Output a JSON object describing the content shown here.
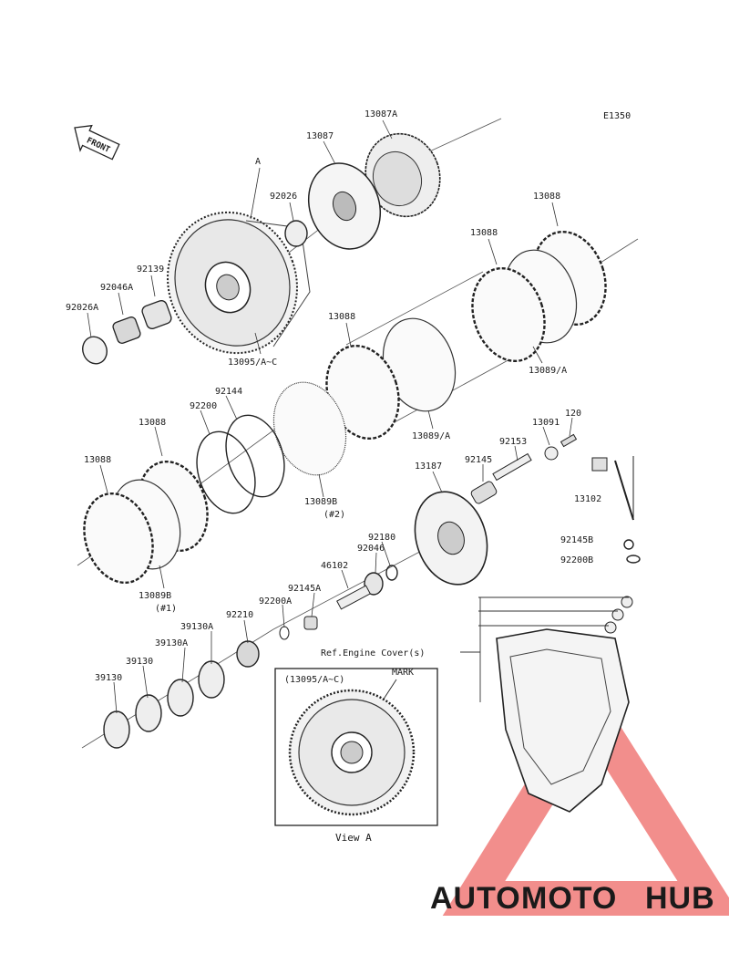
{
  "diagram": {
    "code": "E1350",
    "front_label": "FRONT",
    "view_label": "View A",
    "inset_title": "(13095/A~C)",
    "inset_mark": "MARK",
    "ref_label": "Ref.Engine Cover(s)",
    "parts": {
      "p13087A": "13087A",
      "p13087": "13087",
      "pA": "A",
      "p92026": "92026",
      "p13088_a": "13088",
      "p13088_b": "13088",
      "p92139": "92139",
      "p92046A": "92046A",
      "p92026A": "92026A",
      "p13095": "13095/A~C",
      "p13088_c": "13088",
      "p13089A_a": "13089/A",
      "p13089A_b": "13089/A",
      "p92144": "92144",
      "p92200": "92200",
      "p13088_d": "13088",
      "p120": "120",
      "p13091": "13091",
      "p92153": "92153",
      "p92145": "92145",
      "p13187": "13187",
      "p13102": "13102",
      "p13088_e": "13088",
      "p13089B_2": "13089B",
      "p2": "(#2)",
      "p13089B_1": "13089B",
      "p1": "(#1)",
      "p92180": "92180",
      "p92046": "92046",
      "p46102": "46102",
      "p92145B": "92145B",
      "p92200B": "92200B",
      "p92145A": "92145A",
      "p92200A": "92200A",
      "p92210": "92210",
      "p39130A_a": "39130A",
      "p39130A_b": "39130A",
      "p39130_a": "39130",
      "p39130_b": "39130"
    }
  },
  "watermark": {
    "part1": "AUTO",
    "part2": "MOTO",
    "part3": "HUB",
    "colors": {
      "auto": "#f5b37a",
      "moto": "#f08e8a",
      "hub": "#8c8c8c",
      "triangle": "#e8322d"
    }
  }
}
